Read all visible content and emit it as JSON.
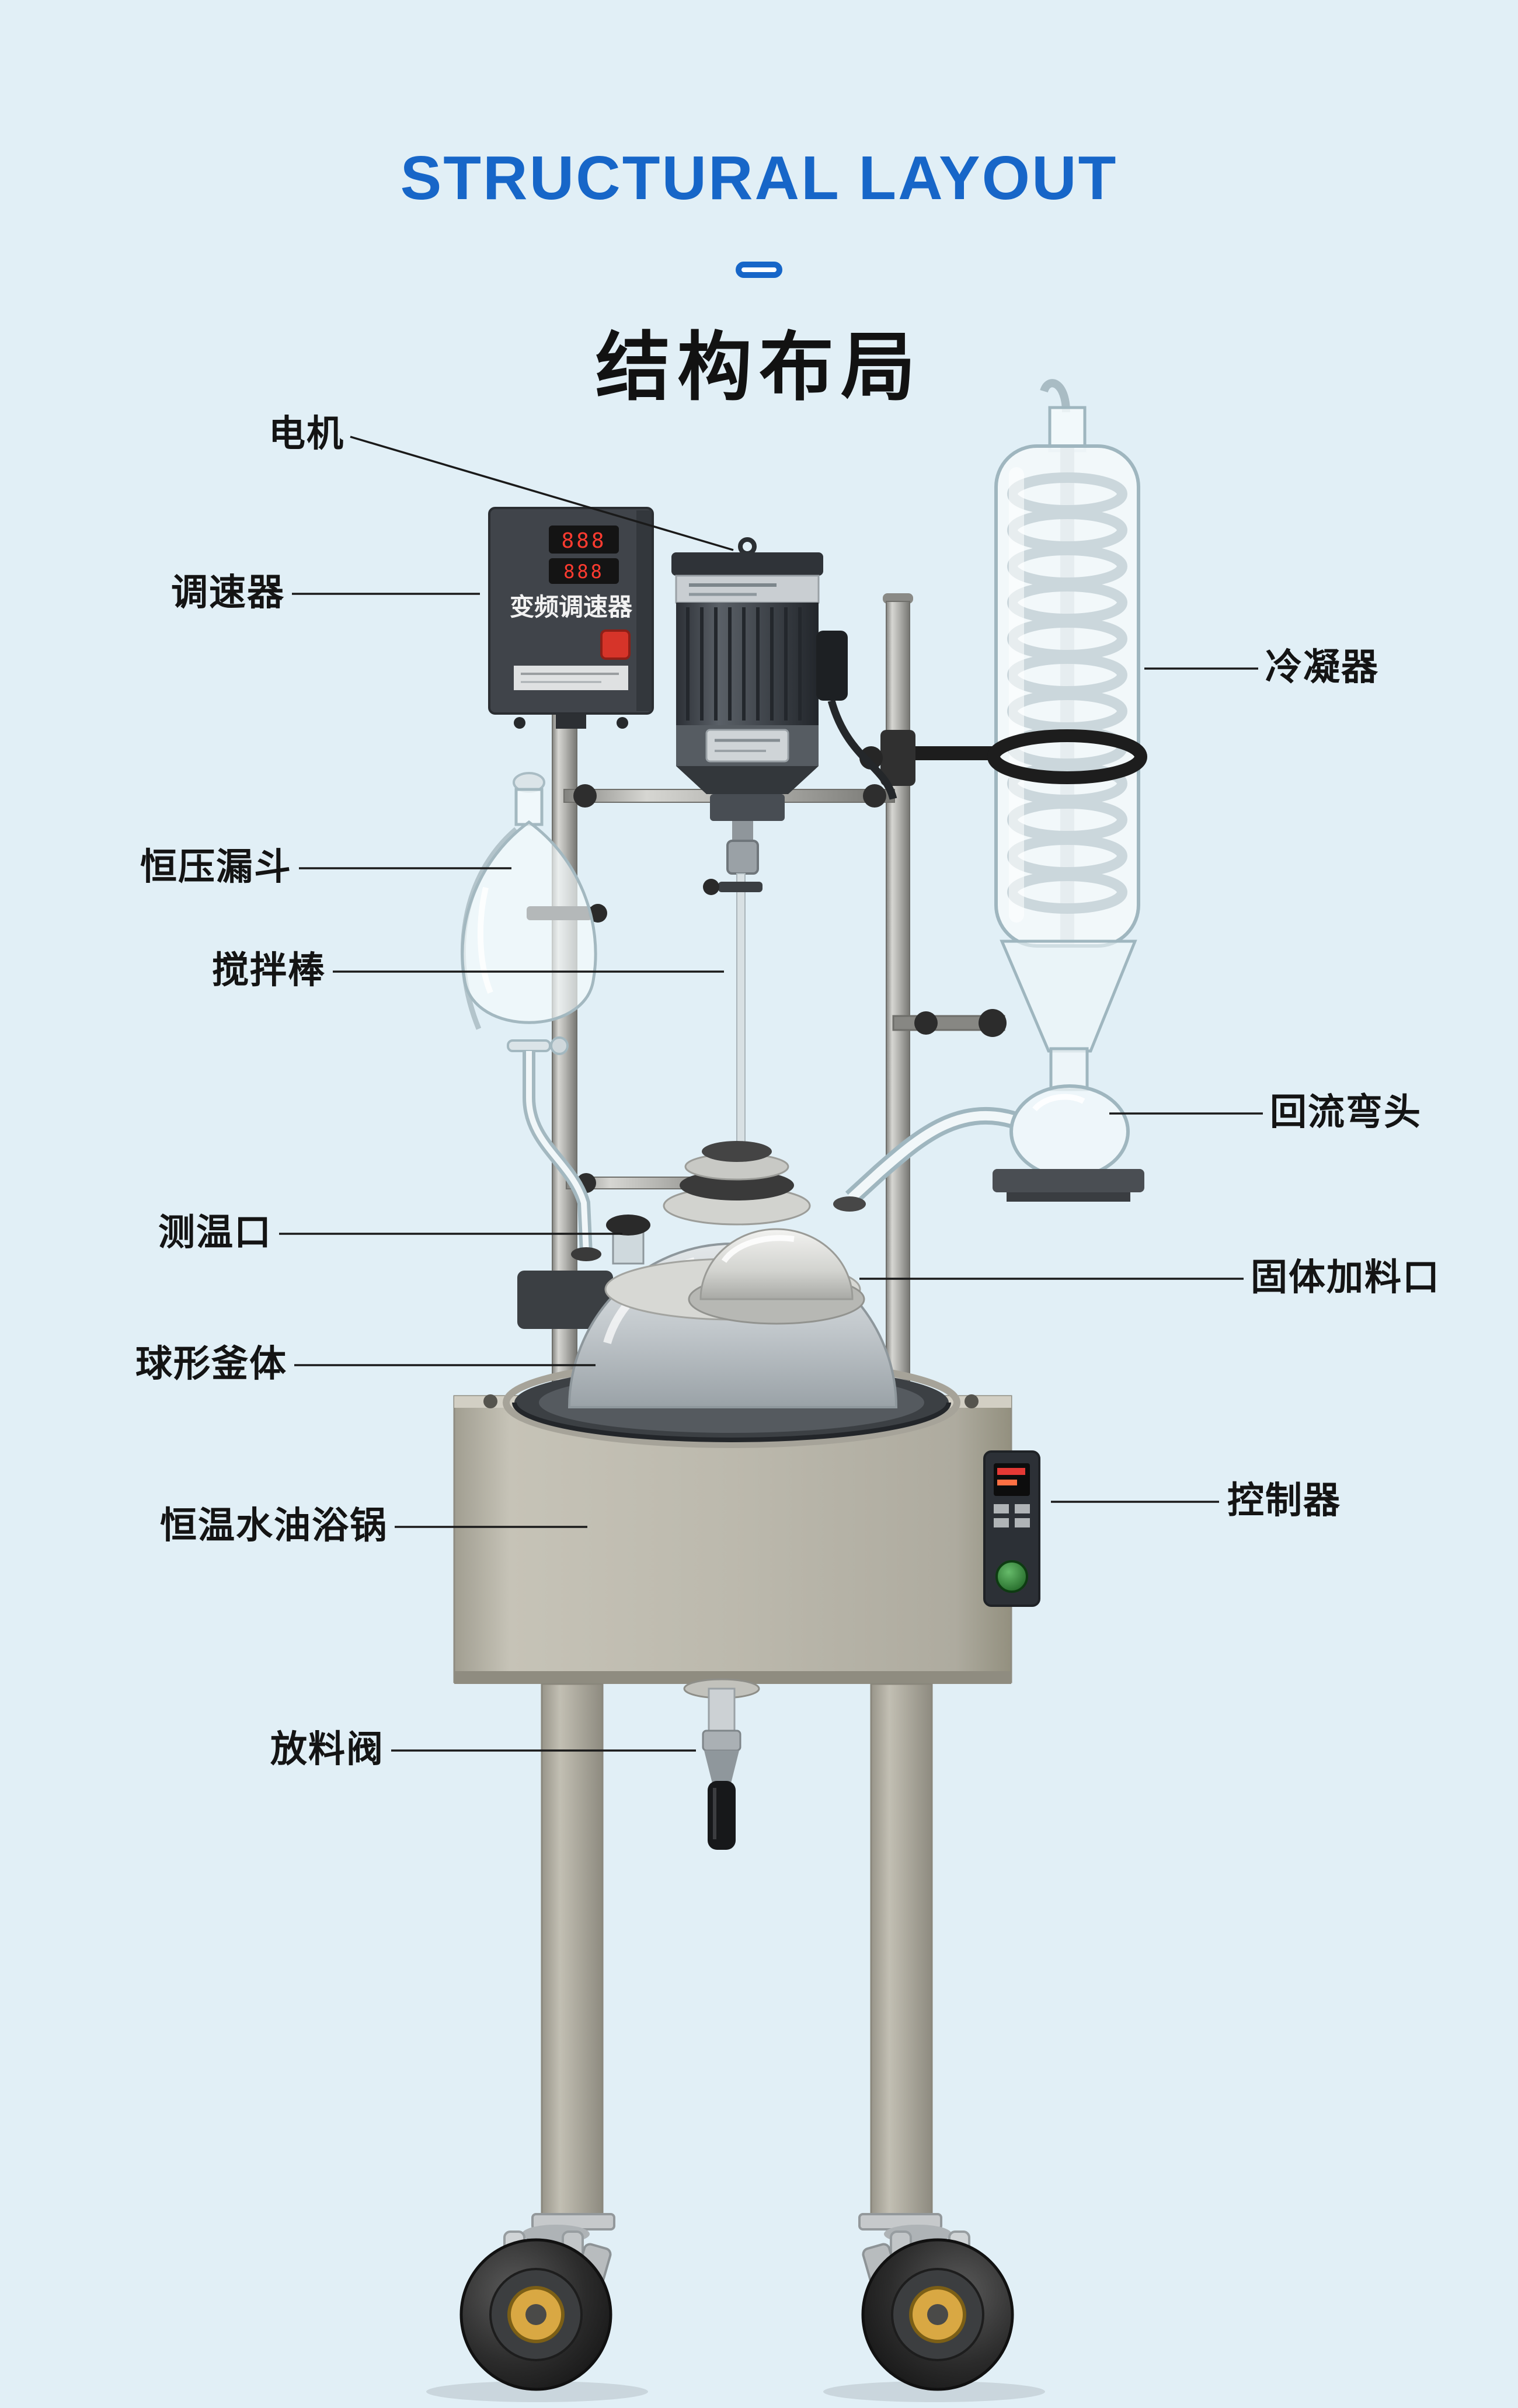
{
  "header": {
    "title_en": "STRUCTURAL LAYOUT",
    "title_cn": "结构布局"
  },
  "colors": {
    "accent_blue": "#1766c8",
    "background": "#e1eff6",
    "pot_beige": "#bcb9ad",
    "display_red": "#ff3b30",
    "power_green": "#2e7d32"
  },
  "labels": {
    "left": [
      {
        "id": "motor",
        "text": "电机"
      },
      {
        "id": "speed-governor",
        "text": "调速器"
      },
      {
        "id": "constant-pressure-funnel",
        "text": "恒压漏斗"
      },
      {
        "id": "stirring-rod",
        "text": "搅拌棒"
      },
      {
        "id": "temperature-port",
        "text": "测温口"
      },
      {
        "id": "spherical-kettle",
        "text": "球形釜体"
      },
      {
        "id": "bath-pot",
        "text": "恒温水油浴锅"
      },
      {
        "id": "discharge-valve",
        "text": "放料阀"
      }
    ],
    "right": [
      {
        "id": "condenser",
        "text": "冷凝器"
      },
      {
        "id": "reflux-elbow",
        "text": "回流弯头"
      },
      {
        "id": "solid-feed-port",
        "text": "固体加料口"
      },
      {
        "id": "controller",
        "text": "控制器"
      }
    ]
  },
  "device": {
    "inverter_label": "变频调速器",
    "display_row1": "888",
    "display_row2": "888"
  }
}
